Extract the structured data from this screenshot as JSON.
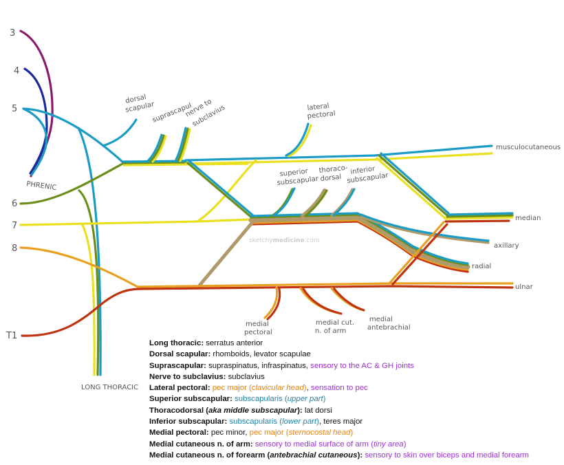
{
  "colors": {
    "c3": "#8b1a6b",
    "c4": "#1a2a9c",
    "c5": "#1a9cc4",
    "c6": "#6b8e1a",
    "c7": "#e8e020",
    "c8": "#e8a020",
    "t1": "#c0330f",
    "posterior": "#b09a6a"
  },
  "roots": {
    "c3": "3",
    "c4": "4",
    "c5": "5",
    "c6": "6",
    "c7": "7",
    "c8": "8",
    "t1": "T1"
  },
  "labels": {
    "phrenic": "PHRENIC",
    "long_thoracic": "LONG THORACIC",
    "dorsal_scapular_1": "dorsal",
    "dorsal_scapular_2": "scapular",
    "suprascapular": "suprascapul",
    "nerve_to_1": "nerve to",
    "nerve_to_2": "subclavius",
    "lateral_pectoral_1": "lateral",
    "lateral_pectoral_2": "pectoral",
    "sup_subscap_1": "superior",
    "sup_subscap_2": "subscapular",
    "thoraco_1": "thoraco-",
    "thoraco_2": "dorsal",
    "inf_subscap_1": "inferior",
    "inf_subscap_2": "subscapular",
    "medial_pectoral_1": "medial",
    "medial_pectoral_2": "pectoral",
    "med_cut_arm_1": "medial cut.",
    "med_cut_arm_2": "n. of arm",
    "med_antebrachial_1": "medial",
    "med_antebrachial_2": "antebrachial",
    "musculocutaneous": "musculocutaneous",
    "median": "median",
    "axillary": "axillary",
    "radial": "radial",
    "ulnar": "ulnar",
    "watermark_a": "sketchy",
    "watermark_b": "medicine",
    "watermark_c": ".com"
  },
  "legend": [
    {
      "name": "Long thoracic",
      "parts": [
        {
          "text": " serratus anterior",
          "style": "plain"
        }
      ]
    },
    {
      "name": "Dorsal scapular",
      "parts": [
        {
          "text": " rhomboids, levator scapulae",
          "style": "plain"
        }
      ]
    },
    {
      "name": "Suprascapular",
      "parts": [
        {
          "text": " supraspinatus, infraspinatus, ",
          "style": "plain"
        },
        {
          "text": "sensory to the AC & GH joints",
          "style": "purple"
        }
      ]
    },
    {
      "name": "Nerve to subclavius",
      "parts": [
        {
          "text": " subclavius",
          "style": "plain"
        }
      ]
    },
    {
      "name": "Lateral pectoral",
      "parts": [
        {
          "text": " ",
          "style": "plain"
        },
        {
          "text": "pec major (",
          "style": "orange"
        },
        {
          "text": "clavicular head",
          "style": "orange-italic"
        },
        {
          "text": ")",
          "style": "orange"
        },
        {
          "text": ", ",
          "style": "plain"
        },
        {
          "text": "sensation to pec",
          "style": "purple"
        }
      ]
    },
    {
      "name": "Superior subscapular",
      "parts": [
        {
          "text": " ",
          "style": "plain"
        },
        {
          "text": "subscapularis (",
          "style": "blue"
        },
        {
          "text": "upper part",
          "style": "blue-italic"
        },
        {
          "text": ")",
          "style": "blue"
        }
      ]
    },
    {
      "name": "Thoracodorsal (",
      "name_italic": "aka middle subscapular",
      "name_end": ")",
      "parts": [
        {
          "text": " lat dorsi",
          "style": "plain"
        }
      ]
    },
    {
      "name": "Inferior subscapular",
      "parts": [
        {
          "text": " ",
          "style": "plain"
        },
        {
          "text": "subscapularis (",
          "style": "blue"
        },
        {
          "text": "lower part",
          "style": "blue-italic"
        },
        {
          "text": ")",
          "style": "blue"
        },
        {
          "text": ", teres major",
          "style": "plain"
        }
      ]
    },
    {
      "name": "Medial pectoral",
      "parts": [
        {
          "text": " pec minor, ",
          "style": "plain"
        },
        {
          "text": "pec major (",
          "style": "orange"
        },
        {
          "text": "sternocostal head",
          "style": "orange-italic"
        },
        {
          "text": ")",
          "style": "orange"
        }
      ]
    },
    {
      "name": "Medial cutaneous n. of arm",
      "parts": [
        {
          "text": " ",
          "style": "plain"
        },
        {
          "text": "sensory to medial surface of arm (",
          "style": "purple"
        },
        {
          "text": "tiny area",
          "style": "purple-italic"
        },
        {
          "text": ")",
          "style": "purple"
        }
      ]
    },
    {
      "name": "Medial cutaneous n. of forearm (",
      "name_italic": "antebrachial cutaneous",
      "name_end": ")",
      "parts": [
        {
          "text": " ",
          "style": "plain"
        },
        {
          "text": "sensory to skin over biceps and medial forearm",
          "style": "purple"
        }
      ]
    }
  ]
}
